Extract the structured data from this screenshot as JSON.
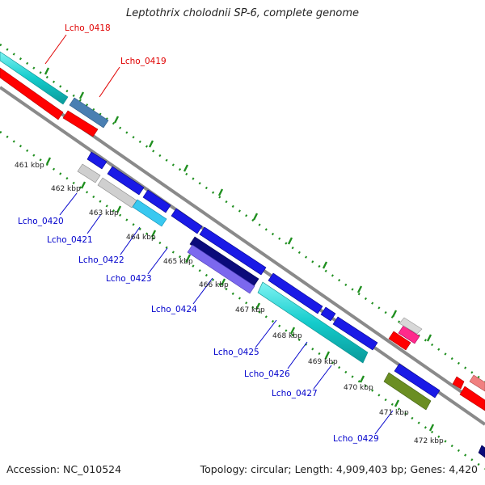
{
  "title": "Leptothrix cholodnii SP-6, complete genome",
  "accession": "Accession: NC_010524",
  "topology": "Topology: circular; Length: 4,909,403 bp; Genes: 4,420",
  "colors": {
    "backbone": "#8a8a8a",
    "tick": "#2e8b2e",
    "gene_label_red": "#e00000",
    "gene_label_blue": "#0000cc"
  },
  "kbp_labels": [
    "461 kbp",
    "462 kbp",
    "463 kbp",
    "464 kbp",
    "465 kbp",
    "466 kbp",
    "467 kbp",
    "468 kbp",
    "469 kbp",
    "470 kbp",
    "471 kbp",
    "472 kbp"
  ],
  "gene_labels": [
    {
      "text": "Lcho_0418",
      "color": "red"
    },
    {
      "text": "Lcho_0419",
      "color": "red"
    },
    {
      "text": "Lcho_0420",
      "color": "blue"
    },
    {
      "text": "Lcho_0421",
      "color": "blue"
    },
    {
      "text": "Lcho_0422",
      "color": "blue"
    },
    {
      "text": "Lcho_0423",
      "color": "blue"
    },
    {
      "text": "Lcho_0424",
      "color": "blue"
    },
    {
      "text": "Lcho_0425",
      "color": "blue"
    },
    {
      "text": "Lcho_0426",
      "color": "blue"
    },
    {
      "text": "Lcho_0427",
      "color": "blue"
    },
    {
      "text": "Lcho_0429",
      "color": "blue"
    }
  ]
}
